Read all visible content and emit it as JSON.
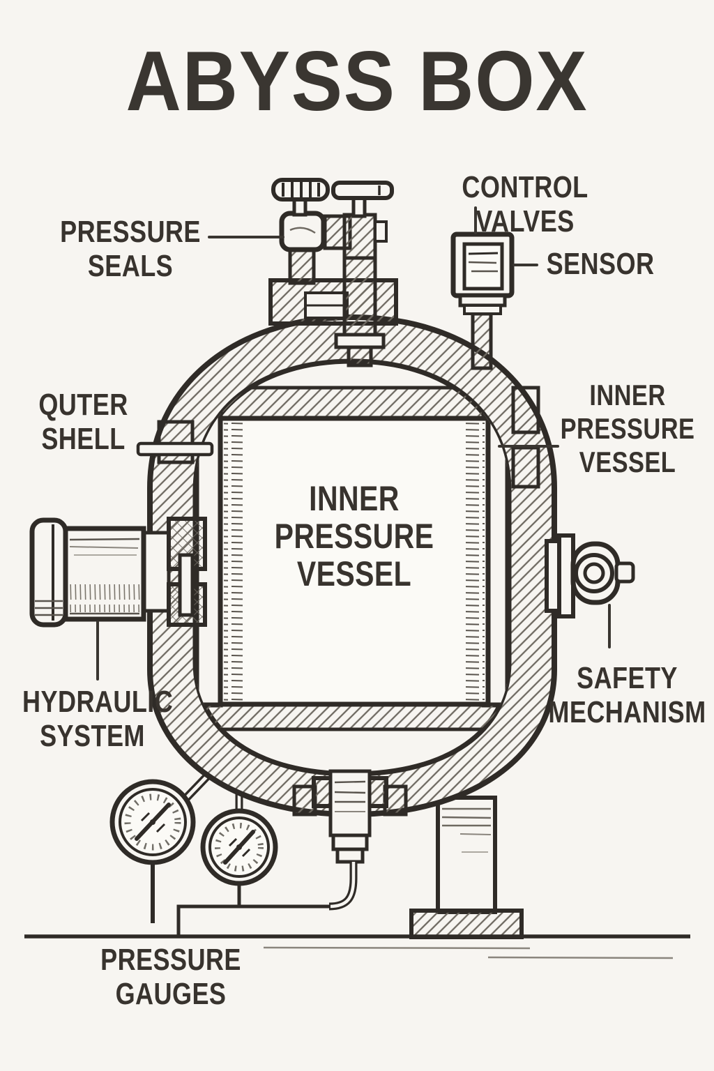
{
  "title": "ABYSS BOX",
  "labels": {
    "pressure_seals": [
      "PRESSURE",
      "SEALS"
    ],
    "control_valves": [
      "CONTROL VALVES"
    ],
    "sensor": [
      "SENSOR"
    ],
    "outer_shell": [
      "QUTER",
      "SHELL"
    ],
    "inner_pressure_vessel_side": [
      "INNER",
      "PRESSURE",
      "VESSEL"
    ],
    "inner_pressure_vessel_center": [
      "INNER",
      "PRESSURE",
      "VESSEL"
    ],
    "hydraulic_system": [
      "HYDRAULIC",
      "SYSTEM"
    ],
    "safety_mechanism": [
      "SAFETY",
      "MECHANISM"
    ],
    "pressure_gauges": [
      "PRESSURE",
      "GAUGES"
    ]
  },
  "colors": {
    "background": "#f7f5f1",
    "ink": "#2f2b27",
    "label_text": "#38332e",
    "hatch": "#6e6961"
  }
}
